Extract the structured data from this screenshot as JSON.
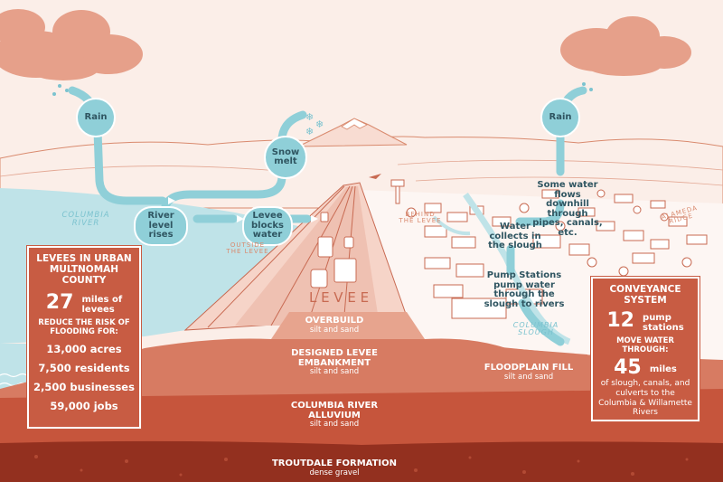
{
  "flow_labels": {
    "rain_left": "Rain",
    "rain_right": "Rain",
    "snow_melt": "Snow melt",
    "river_level_rises": "River level rises",
    "levee_blocks_water": "Levee blocks water",
    "water_flows": "Some water flows downhill through pipes, canals, etc.",
    "water_collects": "Water collects in the slough",
    "pump_stations": "Pump Stations pump water through the slough to rivers"
  },
  "place_labels": {
    "columbia_river": "COLUMBIA RIVER",
    "columbia_slough": "COLUMBIA SLOUGH",
    "outside_levee": "OUTSIDE THE LEVEE",
    "behind_levee": "BEHIND THE LEVEE",
    "alameda_ridge": "ALAMEDA RIDGE",
    "levee_word": "L E V E E"
  },
  "layers": {
    "overbuild": {
      "name": "OVERBUILD",
      "material": "silt and sand"
    },
    "designed_levee": {
      "name": "DESIGNED LEVEE EMBANKMENT",
      "material": "silt and sand"
    },
    "floodplain_fill": {
      "name": "FLOODPLAIN FILL",
      "material": "silt and sand"
    },
    "columbia_alluvium": {
      "name": "COLUMBIA RIVER ALLUVIUM",
      "material": "silt and sand"
    },
    "troutdale": {
      "name": "TROUTDALE FORMATION",
      "material": "dense gravel"
    }
  },
  "levees_panel": {
    "title": "LEVEES IN URBAN MULTNOMAH COUNTY",
    "miles_value": "27",
    "miles_label_1": "miles of",
    "miles_label_2": "levees",
    "reduce_caption": "REDUCE THE RISK OF FLOODING FOR:",
    "stats": [
      "13,000 acres",
      "7,500 residents",
      "2,500 businesses",
      "59,000 jobs"
    ]
  },
  "conveyance_panel": {
    "title": "CONVEYANCE SYSTEM",
    "pump_value": "12",
    "pump_label_1": "pump",
    "pump_label_2": "stations",
    "move_caption": "MOVE WATER THROUGH:",
    "miles_value": "45",
    "miles_label": "miles",
    "miles_desc": "of slough, canals, and culverts to the Columbia & Willamette Rivers"
  },
  "colors": {
    "background": "#fbeee8",
    "water": "#8fcfd8",
    "flow_arrow": "#8fcfd8",
    "panel": "#c85c43",
    "layer_overbuild": "#e7a48e",
    "layer_levee": "#d77b62",
    "layer_alluvium": "#c6553c",
    "layer_troutdale": "#93301f"
  }
}
